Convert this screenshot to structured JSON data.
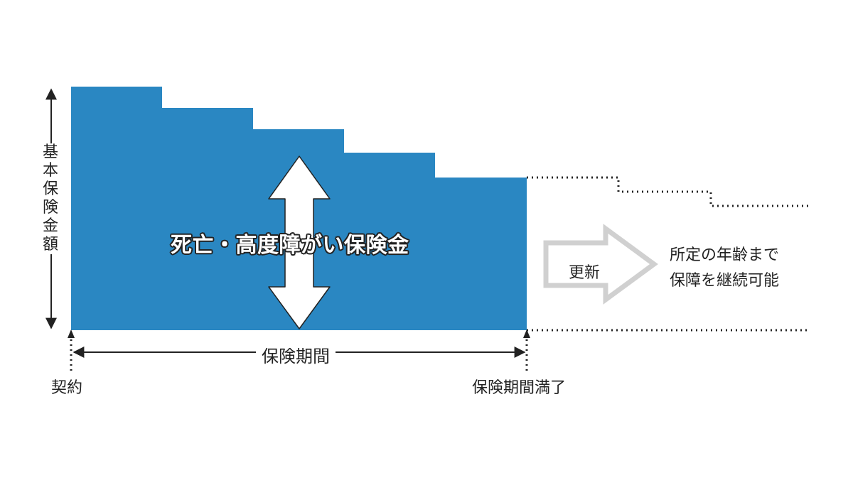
{
  "y_axis_label": "基本保険金額",
  "benefit_label": "死亡・高度障がい保険金",
  "period_label": "保険期間",
  "contract_label": "契約",
  "expiry_label": "保険期間満了",
  "renewal_label": "更新",
  "renewal_note": [
    "所定の年齢まで",
    "保障を継続可能"
  ],
  "colors": {
    "coverage_fill": "#2a87c2",
    "renewal_arrow": "#d0d0d0",
    "line": "#222222",
    "benefit_arrow": "#ffffff"
  }
}
